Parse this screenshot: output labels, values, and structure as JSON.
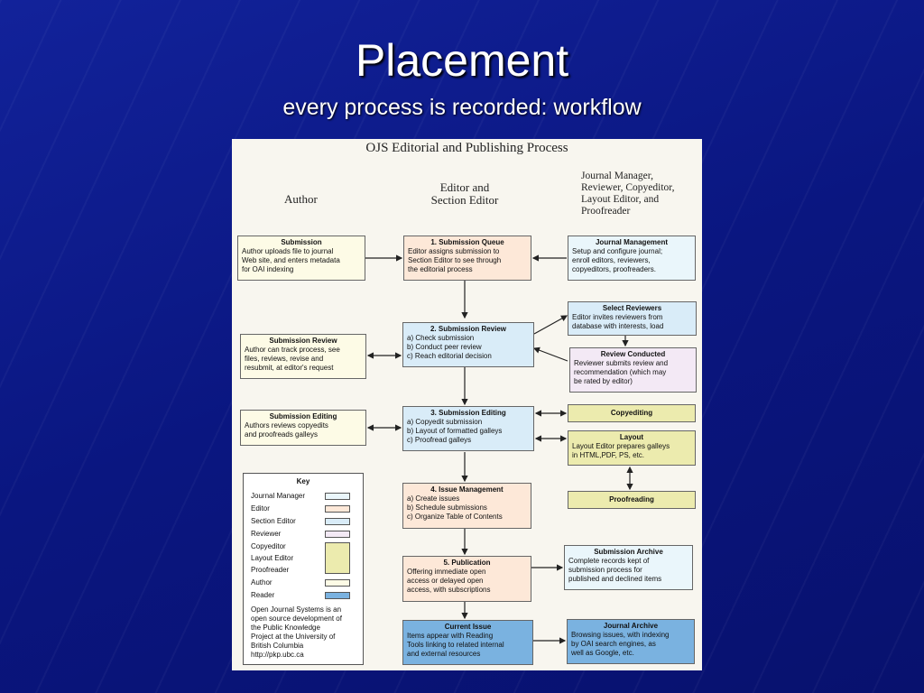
{
  "slide": {
    "title": "Placement",
    "subtitle": "every process is recorded: workflow"
  },
  "figure": {
    "title": "OJS Editorial and Publishing Process",
    "columns": {
      "author": "Author",
      "editor": "Editor and\nSection Editor",
      "others": "Journal Manager,\nReviewer, Copyeditor,\nLayout Editor, and\nProofreader"
    },
    "boxes": {
      "submission": {
        "title": "Submission",
        "body": "Author uploads file to journal\nWeb site, and enters metadata\nfor OAI indexing"
      },
      "submission_queue": {
        "title": "1. Submission Queue",
        "body": "Editor assigns submission to\nSection Editor to see through\nthe editorial process"
      },
      "journal_management": {
        "title": "Journal Management",
        "body": "Setup and configure journal;\nenroll editors, reviewers,\ncopyeditors, proofreaders."
      },
      "select_reviewers": {
        "title": "Select Reviewers",
        "body": "Editor invites reviewers from\ndatabase with interests, load"
      },
      "submission_review": {
        "title": "2. Submission Review",
        "body": "a) Check submission\nb) Conduct peer review\nc) Reach editorial decision"
      },
      "author_review": {
        "title": "Submission Review",
        "body": "Author can track process, see\nfiles, reviews, revise and\nresubmit, at editor's request"
      },
      "review_conducted": {
        "title": "Review Conducted",
        "body": "Reviewer submits review and\nrecommendation (which may\nbe rated by editor)"
      },
      "author_editing": {
        "title": "Submission Editing",
        "body": "Authors reviews copyedits\nand proofreads galleys"
      },
      "submission_editing": {
        "title": "3. Submission Editing",
        "body": "a) Copyedit submission\nb) Layout of formatted galleys\nc) Proofread galleys"
      },
      "copyediting": {
        "title": "Copyediting",
        "body": ""
      },
      "layout": {
        "title": "Layout",
        "body": "Layout Editor prepares galleys\nin HTML,PDF, PS, etc."
      },
      "proofreading": {
        "title": "Proofreading",
        "body": ""
      },
      "issue_management": {
        "title": "4. Issue Management",
        "body": "a) Create issues\nb) Schedule submissions\nc) Organize Table of Contents"
      },
      "publication": {
        "title": "5. Publication",
        "body": "Offering immediate open\naccess or delayed open\naccess, with subscriptions"
      },
      "submission_archive": {
        "title": "Submission Archive",
        "body": "Complete records kept of\nsubmission process for\npublished and declined items"
      },
      "current_issue": {
        "title": "Current Issue",
        "body": "Items appear with Reading\nTools linking to related internal\nand external resources"
      },
      "journal_archive": {
        "title": "Journal Archive",
        "body": "Browsing issues, with indexing\nby OAI search engines, as\nwell as Google, etc."
      }
    },
    "key": {
      "title": "Key",
      "items": [
        {
          "label": "Journal Manager",
          "color": "#eaf6fb"
        },
        {
          "label": "Editor",
          "color": "#fde8d8"
        },
        {
          "label": "Section Editor",
          "color": "#d9ecf8"
        },
        {
          "label": "Reviewer",
          "color": "#f3e9f5"
        },
        {
          "label": "Copyeditor",
          "color": "#ecebae"
        },
        {
          "label": "Layout Editor",
          "color": "#ecebae"
        },
        {
          "label": "Proofreader",
          "color": "#ecebae"
        },
        {
          "label": "Author",
          "color": "#fdfbe6"
        },
        {
          "label": "Reader",
          "color": "#7ab2e0"
        }
      ],
      "note": "Open Journal Systems is an\nopen source development of\nthe Public Knowledge\nProject at the University of\nBritish Columbia\n        http://pkp.ubc.ca"
    }
  }
}
